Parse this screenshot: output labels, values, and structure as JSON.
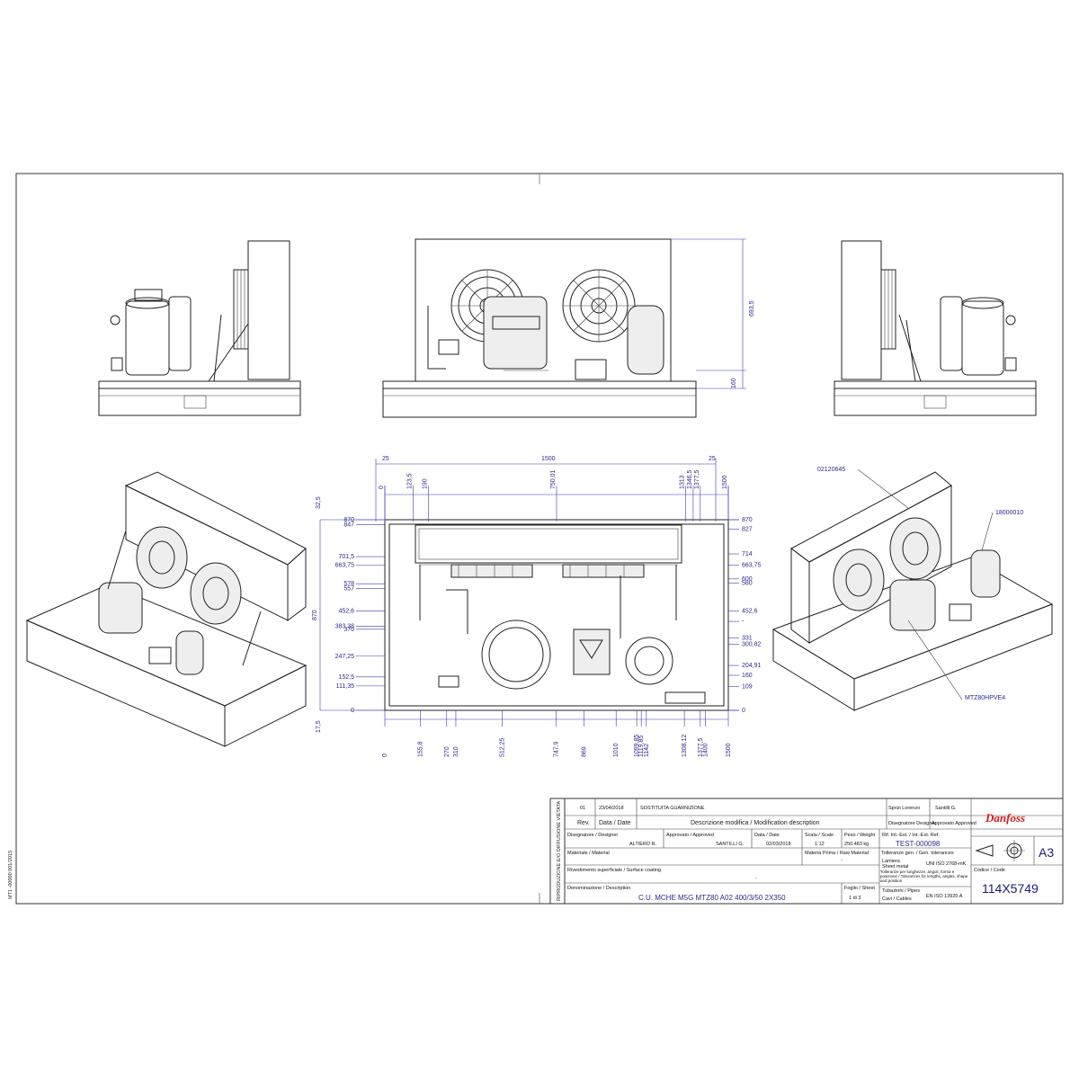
{
  "title_block": {
    "rev_number": "01",
    "rev_date": "23/04/2018",
    "rev_description": "SOSTITUITA GUARNIZIONE",
    "rev_designer": "Sprizi Lorenzo",
    "rev_approved": "Santilli G.",
    "hdr_rev": "Rev.",
    "hdr_date": "Data / Date",
    "hdr_mod_desc": "Descrizione modifica / Modification description",
    "hdr_designer": "Disegnatore Designer",
    "hdr_approved": "Approvato Approved",
    "lbl_designer": "Disegnatore / Designer",
    "val_designer": "ALTIERO R.",
    "lbl_approved": "Approvato / Approved",
    "val_approved": "SANTILLI G.",
    "lbl_date": "Data / Date",
    "val_date": "02/03/2018",
    "lbl_scale": "Scala / Scale",
    "val_scale": "1:12",
    "lbl_weight": "Peso / Weight",
    "val_weight": "250.483 kg",
    "lbl_ref": "Rif. Int.-Est. / Int.-Ext. Ref.",
    "val_ref": "TEST-000098",
    "lbl_material": "Materiale / Material",
    "lbl_raw": "Materia Prima / Raw Material",
    "val_raw": "-",
    "lbl_tolerances": "Tolleranze gen. / Gen. tolerances",
    "tol_sheet": "Lamiera",
    "tol_sheet_en": "Sheet metal",
    "tol_sheet_std": "UNI ISO 2768-mK",
    "tol_note": "Tolleranze per lunghezze, angoli, forma e posizione / Tolerances for lengths, angles, shape and position",
    "tol_pipes": "Tubazioni / Pipes",
    "tol_pipes_std": "EN ISO 13920 A",
    "tol_cables": "Cavi / Cables",
    "lbl_coating": "Rivestimento superficiale / Surface coating",
    "val_coating": "-",
    "lbl_denomination": "Denominazione / Description",
    "val_denomination": "C.U. MCHE M5G MTZ80 A02 400/3/50 2X350",
    "lbl_sheet": "Foglio / Sheet",
    "val_sheet": "1 di 3",
    "lbl_code": "Codice / Code",
    "val_code": "114X5749",
    "format": "A3",
    "brand": "Danfoss",
    "side_notice": "RIPRODUZIONE E/O DIFFUSIONE VIETATA"
  },
  "margin_code": "MT1 -00000 001/2015",
  "callouts": {
    "coil_part": "02120645",
    "receiver_part": "18000010",
    "compressor_model": "MTZ80HPVE4"
  },
  "dimensions": {
    "top_width": "1500",
    "top_left": "25",
    "top_right": "25",
    "top_x": [
      "0",
      "123,5",
      "190",
      "750,01",
      "1313",
      "1346,5",
      "1377,5",
      "1500"
    ],
    "bottom_x": [
      "0",
      "155,8",
      "270",
      "310",
      "512,25",
      "747,9",
      "869",
      "1010",
      "1099,85",
      "1119,85",
      "1142",
      "1308,12",
      "1377,5",
      "1400",
      "1500"
    ],
    "left_y": [
      "870",
      "847",
      "701,5",
      "663,75",
      "578",
      "557",
      "452,6",
      "383,38",
      "370",
      "247,25",
      "152,5",
      "111,35",
      "0"
    ],
    "right_y": [
      "870",
      "827",
      "714",
      "663,75",
      "600",
      "580",
      "452,6",
      "-",
      "331",
      "300,82",
      "204,91",
      "160",
      "109",
      "0"
    ],
    "left_total": "870",
    "left_top": "32,5",
    "left_bottom": "17,5",
    "front_height": "693,5",
    "front_base": "160"
  }
}
